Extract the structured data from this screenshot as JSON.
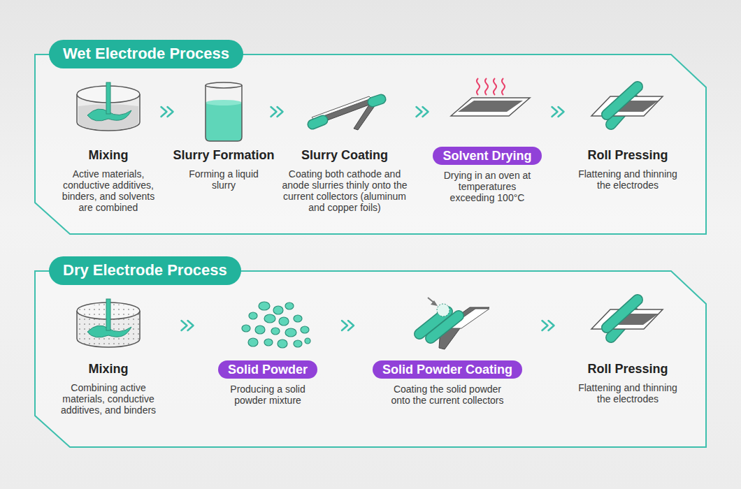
{
  "diagram": {
    "nodes": [
      {
        "text": [
          "Wet Electrode Process"
        ]
      },
      {
        "text": [
          "Mixing",
          "Active materials, conductive additives, binders, and solvents are combined"
        ],
        "in": 0
      },
      {
        "text": [
          "Slurry Formation",
          "Forming a liquid slurry"
        ],
        "in": 0
      },
      {
        "text": [
          "Slurry Coating",
          "Coating both cathode and anode slurries thinly onto the current collectors (aluminum and copper foils)"
        ],
        "in": 0
      },
      {
        "text": [
          "Solvent Drying",
          "Drying in an oven at temperatures exceeding 100°C"
        ],
        "in": 0
      },
      {
        "text": [
          "Roll Pressing",
          "Flattening and thinning the electrodes"
        ],
        "in": 0
      },
      {
        "text": [
          "Dry Electrode Process"
        ]
      },
      {
        "text": [
          "Mixing",
          "Combining active materials, conductive additives, and binders"
        ],
        "in": 6
      },
      {
        "text": [
          "Solid Powder",
          "Producing a solid powder mixture"
        ],
        "in": 6
      },
      {
        "text": [
          "Solid Powder Coating",
          "Coating the solid powder onto the current collectors"
        ],
        "in": 6
      },
      {
        "text": [
          "Roll Pressing",
          "Flattening and thinning the electrodes"
        ],
        "in": 6
      }
    ],
    "edges": [
      {
        "from": 1,
        "to": 2,
        "arrow": "to"
      },
      {
        "from": 2,
        "to": 3,
        "arrow": "to"
      },
      {
        "from": 3,
        "to": 4,
        "arrow": "to"
      },
      {
        "from": 4,
        "to": 5,
        "arrow": "to"
      },
      {
        "from": 7,
        "to": 8,
        "arrow": "to"
      },
      {
        "from": 8,
        "to": 9,
        "arrow": "to"
      },
      {
        "from": 9,
        "to": 10,
        "arrow": "to"
      }
    ]
  }
}
